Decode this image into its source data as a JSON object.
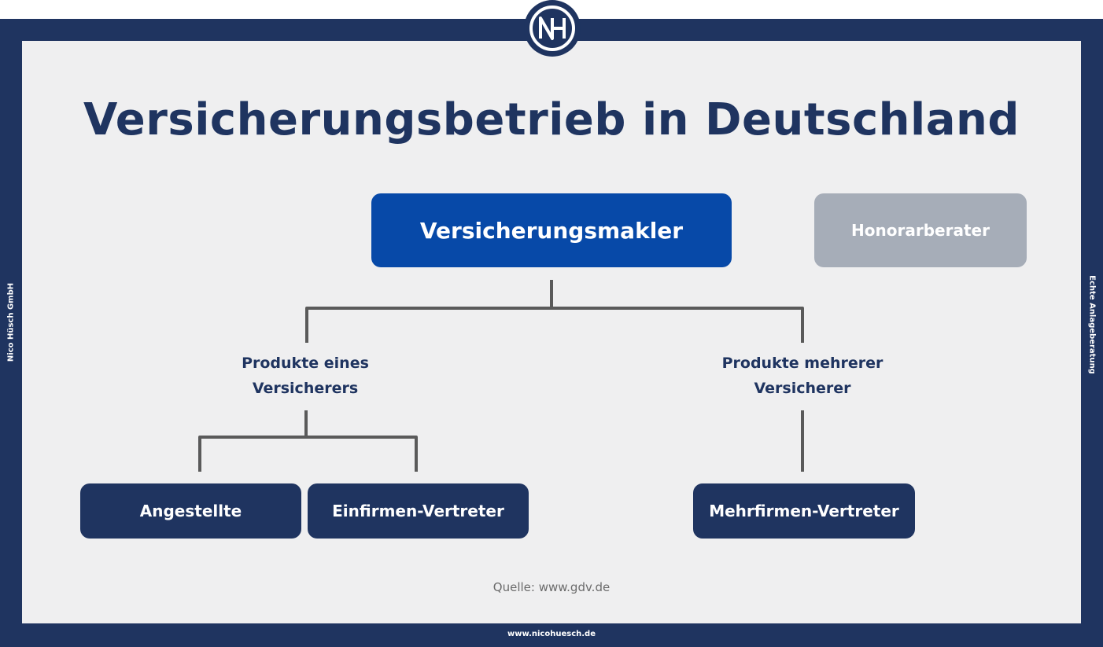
{
  "brand": {
    "logo_letters": "NH",
    "left_side_text": "Nico Hüsch GmbH",
    "right_side_text": "Echte Anlageberatung",
    "footer_url": "www.nicohuesch.de"
  },
  "title": "Versicherungsbetrieb in Deutschland",
  "diagram": {
    "top_box": "Versicherungsmakler",
    "side_box": "Honorarberater",
    "branch_left": "Produkte eines Versicherers",
    "branch_right": "Produkte mehrerer Versicherer",
    "leaf_1": "Angestellte",
    "leaf_2": "Einfirmen-Vertreter",
    "leaf_3": "Mehrfirmen-Vertreter"
  },
  "source": "Quelle: www.gdv.de",
  "colors": {
    "frame": "#1f3460",
    "primary_box": "#0749a8",
    "muted_box": "#a6adb8",
    "panel": "#efeff0",
    "connector": "#5a5a5a"
  }
}
